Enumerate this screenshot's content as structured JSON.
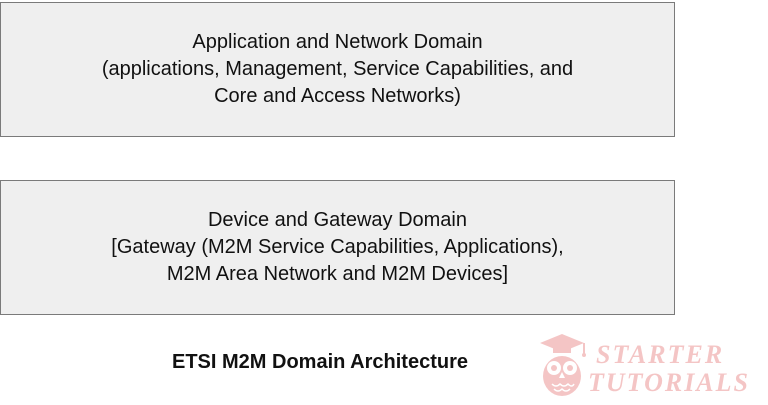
{
  "top_box": {
    "line1": "Application and Network Domain",
    "line2": "(applications, Management, Service Capabilities, and",
    "line3": "Core and Access Networks)"
  },
  "bottom_box": {
    "line1": "Device and Gateway Domain",
    "line2": "[Gateway (M2M Service Capabilities, Applications),",
    "line3": "M2M Area Network and M2M Devices]"
  },
  "caption": "ETSI M2M Domain Architecture",
  "watermark": {
    "line1": "STARTER",
    "line2": "TUTORIALS",
    "icon": "owl-icon",
    "color": "#e46a6a"
  },
  "colors": {
    "box_fill": "#efefef",
    "box_border": "#7a7a7a"
  }
}
